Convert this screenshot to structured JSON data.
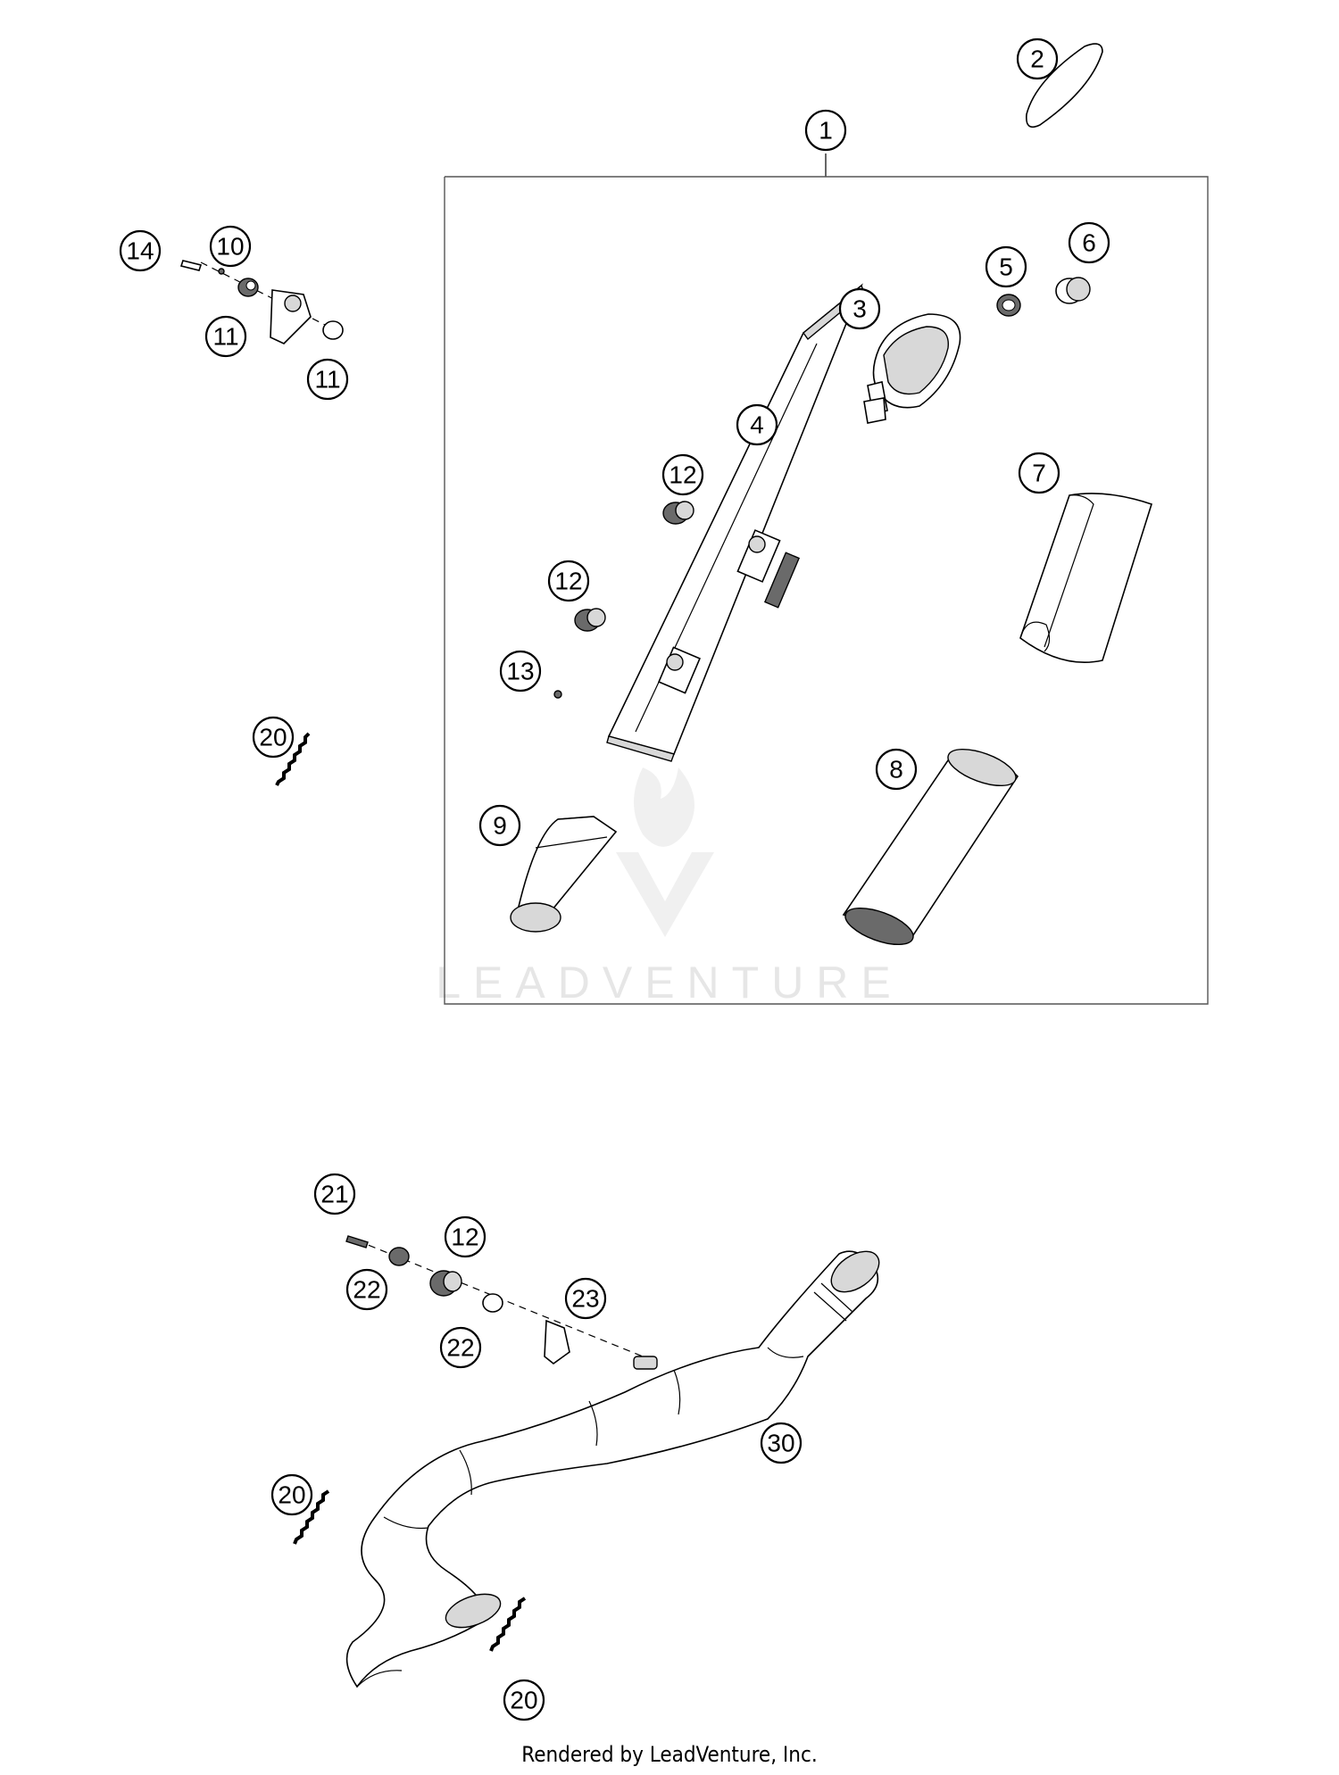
{
  "callouts": {
    "c1": "1",
    "c2": "2",
    "c3": "3",
    "c4": "4",
    "c5": "5",
    "c6": "6",
    "c7": "7",
    "c8": "8",
    "c9": "9",
    "c10": "10",
    "c11a": "11",
    "c11b": "11",
    "c12a": "12",
    "c12b": "12",
    "c12c": "12",
    "c13": "13",
    "c14": "14",
    "c20a": "20",
    "c20b": "20",
    "c20c": "20",
    "c21": "21",
    "c22a": "22",
    "c22b": "22",
    "c23": "23",
    "c30": "30"
  },
  "watermark": {
    "text": "LEADVENTURE"
  },
  "footer": {
    "credit": "Rendered by LeadVenture, Inc."
  }
}
